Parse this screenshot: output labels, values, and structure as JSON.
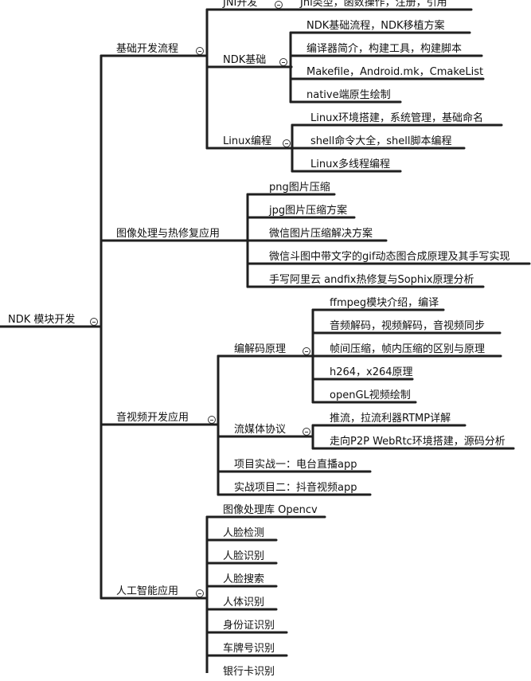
{
  "mindmap": {
    "root": {
      "label": "NDK 模块开发"
    },
    "branches": [
      {
        "label": "基础开发流程",
        "children": [
          {
            "label": "JNI开发",
            "children": [
              {
                "label": "Jni类型，函数操作，注册，引用"
              }
            ]
          },
          {
            "label": "NDK基础",
            "children": [
              {
                "label": "NDK基础流程，NDK移植方案"
              },
              {
                "label": "编译器简介，构建工具，构建脚本"
              },
              {
                "label": "Makefile，Android.mk，CmakeList"
              },
              {
                "label": "native端原生绘制"
              }
            ]
          },
          {
            "label": "Linux编程",
            "children": [
              {
                "label": "Linux环境搭建，系统管理，基础命名"
              },
              {
                "label": "shell命令大全，shell脚本编程"
              },
              {
                "label": "Linux多线程编程"
              }
            ]
          }
        ]
      },
      {
        "label": "图像处理与热修复应用",
        "children": [
          {
            "label": "png图片压缩"
          },
          {
            "label": "jpg图片压缩方案"
          },
          {
            "label": "微信图片压缩解决方案"
          },
          {
            "label": "微信斗图中带文字的gif动态图合成原理及其手写实现"
          },
          {
            "label": "手写阿里云 andfix热修复与Sophix原理分析"
          }
        ]
      },
      {
        "label": "音视频开发应用",
        "children": [
          {
            "label": "编解码原理",
            "children": [
              {
                "label": "ffmpeg模块介绍，编译"
              },
              {
                "label": "音频解码，视频解码，音视频同步"
              },
              {
                "label": "帧间压缩，帧内压缩的区别与原理"
              },
              {
                "label": "h264，x264原理"
              },
              {
                "label": "openGL视频绘制"
              }
            ]
          },
          {
            "label": "流媒体协议",
            "children": [
              {
                "label": "推流，拉流利器RTMP详解"
              },
              {
                "label": "走向P2P WebRtc环境搭建，源码分析"
              }
            ]
          },
          {
            "label": "项目实战一：电台直播app"
          },
          {
            "label": "实战项目二：抖音视频app"
          }
        ]
      },
      {
        "label": "人工智能应用",
        "children": [
          {
            "label": "图像处理库 Opencv"
          },
          {
            "label": "人脸检测"
          },
          {
            "label": "人脸识别"
          },
          {
            "label": "人脸搜索"
          },
          {
            "label": "人体识别"
          },
          {
            "label": "身份证识别"
          },
          {
            "label": "车牌号识别"
          },
          {
            "label": "银行卡识别"
          }
        ]
      }
    ]
  }
}
